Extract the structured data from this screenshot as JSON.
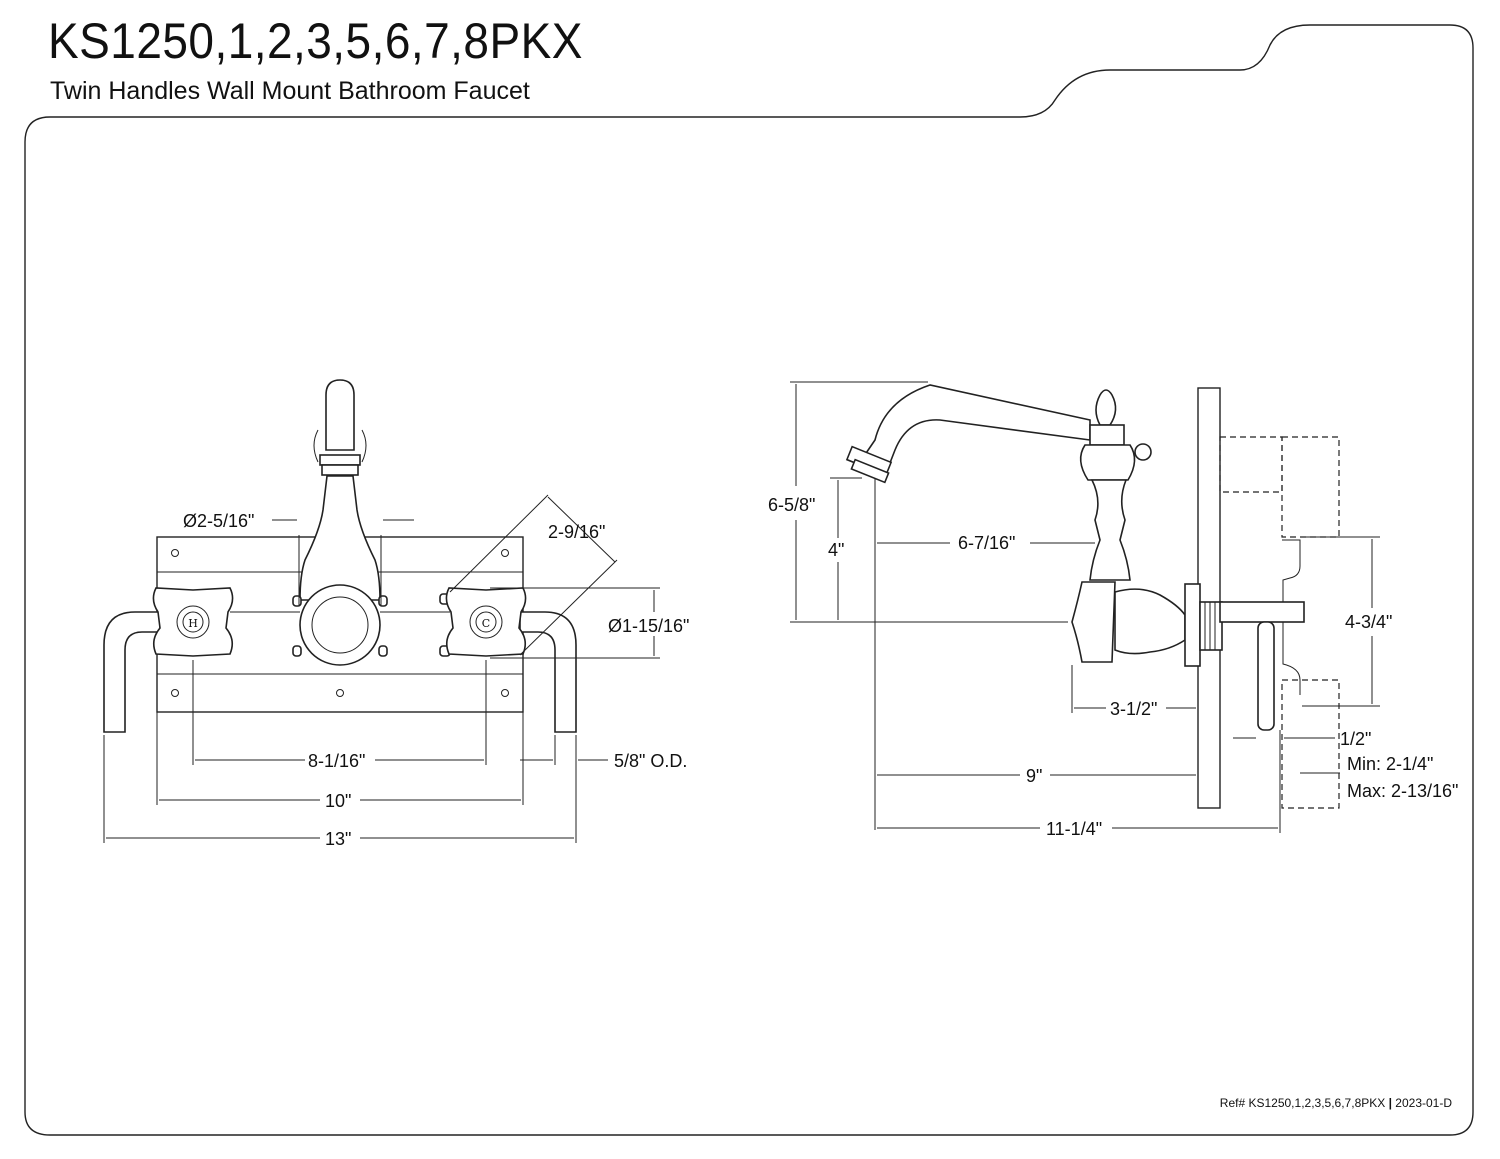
{
  "header": {
    "title": "KS1250,1,2,3,5,6,7,8PKX",
    "subtitle": "Twin Handles Wall Mount Bathroom Faucet"
  },
  "front_view": {
    "handle_labels": {
      "hot": "H",
      "cold": "C"
    },
    "dimensions": {
      "escutcheon_diameter": "Ø2-5/16\"",
      "handle_offset": "2-9/16\"",
      "handle_diameter": "Ø1-15/16\"",
      "inner_spacing": "8-1/16\"",
      "plate_width": "10\"",
      "overall_width": "13\"",
      "supply_od": "5/8\" O.D."
    }
  },
  "side_view": {
    "dimensions": {
      "overall_height": "6-5/8\"",
      "spout_height": "4\"",
      "spout_reach_to_body": "6-7/16\"",
      "body_projection": "3-1/2\"",
      "reach_to_wall": "9\"",
      "overall_reach": "11-1/4\"",
      "supply_height": "4-3/4\"",
      "supply_size": "1/2\"",
      "wall_min": "Min: 2-1/4\"",
      "wall_max": "Max: 2-13/16\""
    }
  },
  "footer": {
    "ref": "Ref# KS1250,1,2,3,5,6,7,8PKX",
    "revision": "2023-01-D"
  }
}
